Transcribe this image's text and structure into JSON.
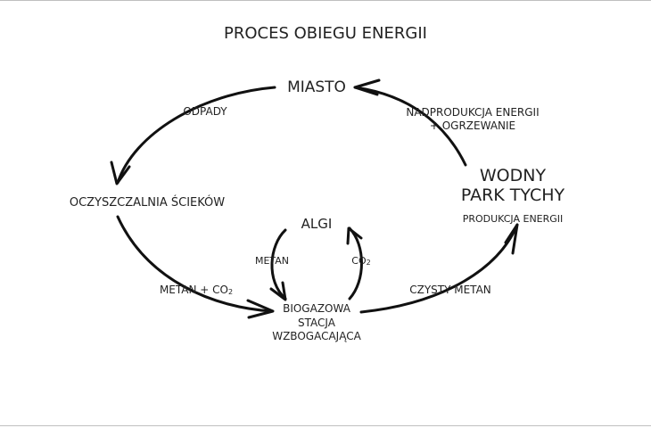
{
  "title": "PROCES OBIEGU ENERGII",
  "nodes": {
    "miasto": "MIASTO",
    "oczyszczalnia": "OCZYSZCZALNIA ŚCIEKÓW",
    "wodny_park": [
      "WODNY",
      "PARK TYCHY"
    ],
    "produkcja": "PRODUKCJA ENERGII",
    "algi": "ALGI",
    "biogazowa": [
      "BIOGAZOWA",
      "STACJA",
      "WZBOGACAJĄCA"
    ]
  },
  "flows": {
    "odpady": "ODPADY",
    "nadprodukcja": [
      "NADPRODUKCJA ENERGII",
      "+ OGRZEWANIE"
    ],
    "metan_co2": "METAN + CO",
    "metan_co2_sub": "2",
    "czysty_metan": "CZYSTY METAN",
    "metan": "METAN",
    "co2": "CO",
    "co2_sub": "2"
  },
  "colors": {
    "ink": "#222222",
    "line": "#111111",
    "frame": "#bfbfbf"
  }
}
